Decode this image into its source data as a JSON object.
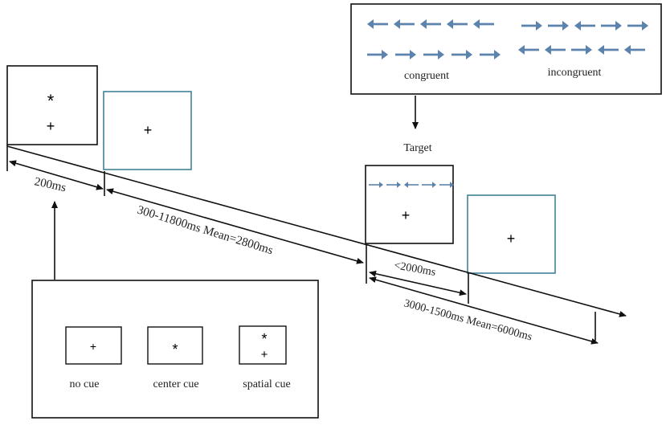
{
  "labels": {
    "congruent": "congruent",
    "incongruent": "incongruent",
    "target": "Target",
    "cue_duration": "200ms",
    "fixation_duration": "300-11800ms  Mean=2800ms",
    "target_duration": "<2000ms",
    "iti_duration": "3000-1500ms  Mean=6000ms",
    "no_cue": "no cue",
    "center_cue": "center cue",
    "spatial_cue": "spatial cue"
  },
  "symbols": {
    "fixation": "+",
    "cue": "*"
  },
  "flanker_arrays": {
    "congruent_top": [
      "left",
      "left",
      "left",
      "left",
      "left"
    ],
    "congruent_bottom": [
      "right",
      "right",
      "right",
      "right",
      "right"
    ],
    "incongruent_top": [
      "right",
      "right",
      "left",
      "right",
      "right"
    ],
    "incongruent_bottom": [
      "left",
      "left",
      "right",
      "left",
      "left"
    ],
    "target_screen": [
      "right",
      "right",
      "left",
      "right",
      "right"
    ]
  },
  "colors": {
    "arrow_blue": "#5b83ad",
    "teal_frame": "#3f8294",
    "line": "#111111"
  }
}
